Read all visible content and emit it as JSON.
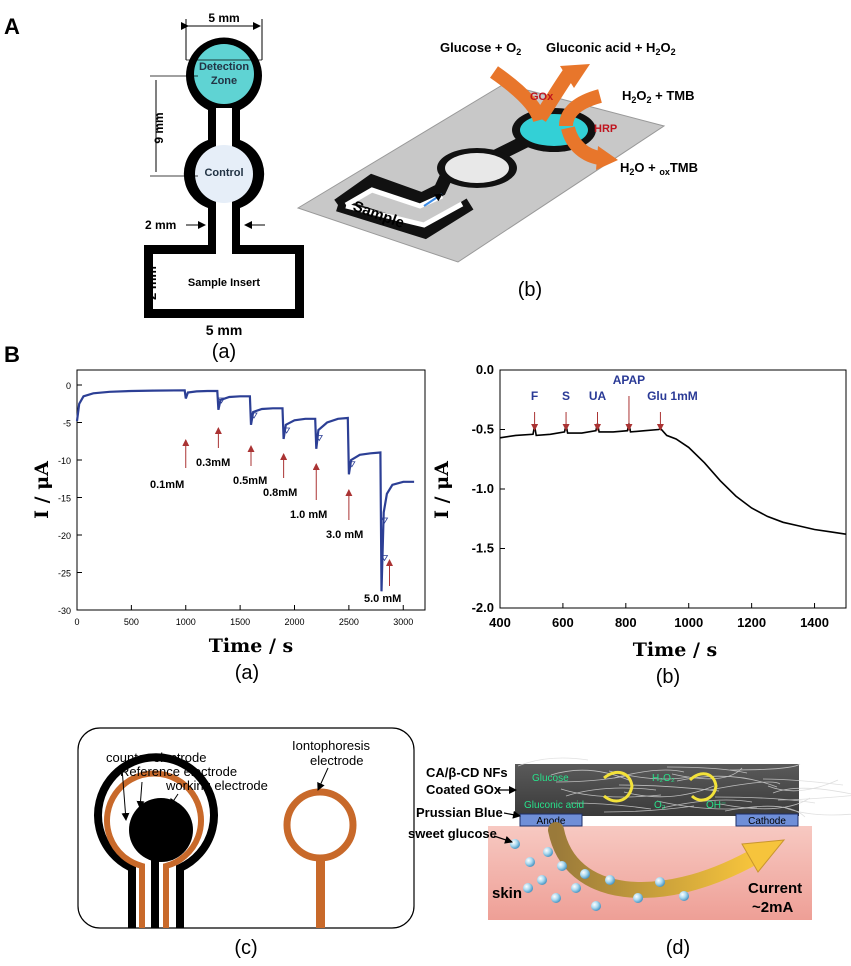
{
  "section_labels": {
    "A": "A",
    "B": "B"
  },
  "panelA_a": {
    "dim_top": "5 mm",
    "dim_vert": "9 mm",
    "dim_neck": "2 mm",
    "dim_side": "2 mm",
    "dim_bottom": "5 mm",
    "detection_line1": "Detection",
    "detection_line2": "Zone",
    "control": "Control",
    "sample_insert": "Sample Insert",
    "caption": "(a)",
    "colors": {
      "detection": "#5fd3d3",
      "control": "#e6eef8"
    }
  },
  "panelA_b": {
    "glucose": "Glucose + O",
    "glucose_sub": "2",
    "gluconic": "Gluconic acid + H",
    "gluconic_sub1": "2",
    "gluconic_o": "O",
    "gluconic_sub2": "2",
    "h2o2_tmb_h": "H",
    "h2o2_tmb_2a": "2",
    "h2o2_tmb_o": "O",
    "h2o2_tmb_2b": "2",
    "h2o2_tmb_rest": " + TMB",
    "h2o_a": "H",
    "h2o_2": "2",
    "h2o_b": "O + ",
    "h2o_ox": "ox",
    "h2o_tmb": "TMB",
    "gox": "GOx",
    "hrp": "HRP",
    "sample": "Sample",
    "caption": "(b)",
    "colors": {
      "arrow": "#e8762b",
      "enzyme_label": "#c0141e",
      "plate": "#c8c8c8",
      "detection": "#33d0d6"
    }
  },
  "panelB_a": {
    "ylabel": "I / μA",
    "xlabel": "Time / s",
    "caption": "(a)",
    "annotations": [
      "0.1mM",
      "0.3mM",
      "0.5mM",
      "0.8mM",
      "1.0 mM",
      "3.0 mM",
      "5.0 mM"
    ]
  },
  "panelB_b": {
    "ylabel": "I / μA",
    "xlabel": "Time / s",
    "caption": "(b)",
    "annotations": [
      "F",
      "S",
      "UA",
      "APAP",
      "Glu 1mM"
    ]
  },
  "chart_data": [
    {
      "type": "line",
      "xlabel": "Time / s",
      "ylabel": "I / μA",
      "xlim": [
        0,
        3200
      ],
      "ylim": [
        -30,
        2
      ],
      "xticks": [
        0,
        500,
        1000,
        1500,
        2000,
        2500,
        3000
      ],
      "yticks": [
        0,
        -5,
        -10,
        -15,
        -20,
        -25,
        -30
      ],
      "grid": false,
      "series": [
        {
          "x": [
            0,
            20,
            60,
            150,
            300,
            500,
            700,
            990,
            1000,
            1020,
            1100,
            1200,
            1290,
            1300,
            1320,
            1400,
            1500,
            1590,
            1600,
            1620,
            1700,
            1800,
            1890,
            1900,
            1920,
            2000,
            2100,
            2190,
            2200,
            2220,
            2300,
            2400,
            2490,
            2500,
            2520,
            2600,
            2700,
            2790,
            2800,
            2820,
            2850,
            2900,
            3000,
            3100
          ],
          "y": [
            -4.8,
            -2.5,
            -1.5,
            -1.1,
            -0.9,
            -0.8,
            -0.75,
            -0.7,
            -1.8,
            -1.0,
            -0.85,
            -0.8,
            -0.8,
            -3.3,
            -2.0,
            -1.6,
            -1.5,
            -1.5,
            -5.3,
            -3.6,
            -3.2,
            -3.1,
            -3.1,
            -7.2,
            -5.3,
            -4.7,
            -4.5,
            -4.5,
            -8.5,
            -6.0,
            -5.0,
            -4.5,
            -4.4,
            -11.9,
            -10.0,
            -9.3,
            -9.1,
            -9.0,
            -27.5,
            -17.0,
            -14.5,
            -13.3,
            -12.9,
            -12.9
          ]
        }
      ],
      "annotation_points": [
        {
          "label": "0.1mM",
          "x": 1000
        },
        {
          "label": "0.3mM",
          "x": 1300
        },
        {
          "label": "0.5mM",
          "x": 1600
        },
        {
          "label": "0.8mM",
          "x": 1900
        },
        {
          "label": "1.0 mM",
          "x": 2200
        },
        {
          "label": "3.0 mM",
          "x": 2500
        },
        {
          "label": "5.0 mM",
          "x": 2800
        }
      ]
    },
    {
      "type": "line",
      "xlabel": "Time / s",
      "ylabel": "I / μA",
      "xlim": [
        400,
        1500
      ],
      "ylim": [
        -2.0,
        0.0
      ],
      "xticks": [
        400,
        600,
        800,
        1000,
        1200,
        1400
      ],
      "yticks": [
        0.0,
        -0.5,
        -1.0,
        -1.5,
        -2.0
      ],
      "grid": false,
      "series": [
        {
          "x": [
            400,
            450,
            505,
            510,
            515,
            560,
            605,
            610,
            615,
            660,
            705,
            710,
            715,
            760,
            805,
            810,
            815,
            860,
            905,
            910,
            930,
            960,
            1000,
            1050,
            1100,
            1150,
            1200,
            1250,
            1300,
            1350,
            1400,
            1450,
            1500
          ],
          "y": [
            -0.57,
            -0.55,
            -0.54,
            -0.47,
            -0.55,
            -0.54,
            -0.52,
            -0.46,
            -0.53,
            -0.53,
            -0.51,
            -0.45,
            -0.52,
            -0.52,
            -0.51,
            -0.45,
            -0.52,
            -0.51,
            -0.5,
            -0.49,
            -0.55,
            -0.58,
            -0.65,
            -0.78,
            -0.93,
            -1.06,
            -1.16,
            -1.23,
            -1.28,
            -1.31,
            -1.34,
            -1.36,
            -1.38
          ]
        }
      ],
      "annotation_points": [
        {
          "label": "F",
          "x": 510
        },
        {
          "label": "S",
          "x": 610
        },
        {
          "label": "UA",
          "x": 710
        },
        {
          "label": "APAP",
          "x": 810
        },
        {
          "label": "Glu 1mM",
          "x": 910
        }
      ]
    }
  ],
  "panelC": {
    "counter": "counter electrode",
    "reference": "Reference electrode",
    "working": "working electrode",
    "ionto1": "Iontophoresis",
    "ionto2": "electrode",
    "caption": "(c)",
    "colors": {
      "copper": "#c8692a"
    }
  },
  "panelD": {
    "ca1": "CA/β-CD NFs",
    "ca2": "Coated GOx",
    "prussian": "Prussian Blue",
    "sweet": "sweet glucose",
    "anode": "Anode",
    "cathode": "Cathode",
    "skin": "skin",
    "current1": "Current",
    "current2": "~2mA",
    "glucose": "Glucose",
    "gluconic": "Gluconic acid",
    "h2o2": "H₂O₂",
    "o2": "O₂",
    "oh": "OH⁻",
    "caption": "(d)",
    "colors": {
      "skin": "#f2b3ac",
      "electrode": "#6f8fd8",
      "chem": "#28e08a"
    }
  }
}
